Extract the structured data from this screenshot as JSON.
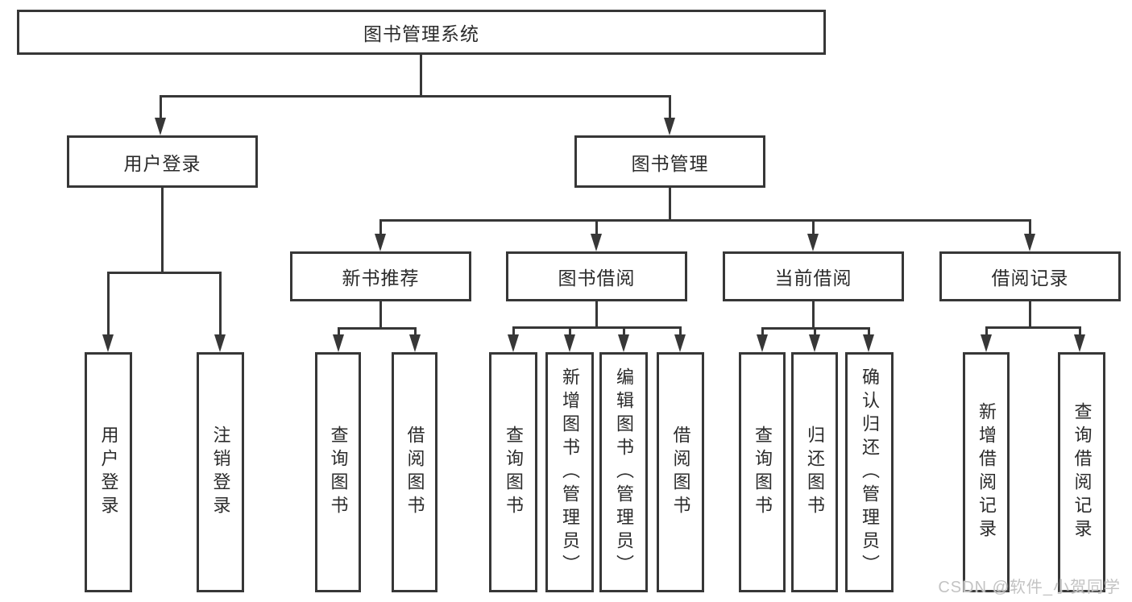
{
  "diagram": {
    "root": {
      "label": "图书管理系统"
    },
    "branches": [
      {
        "label": "用户登录",
        "children": [
          {
            "label": "用户登录"
          },
          {
            "label": "注销登录"
          }
        ]
      },
      {
        "label": "图书管理",
        "children": [
          {
            "label": "新书推荐",
            "children": [
              {
                "label": "查询图书"
              },
              {
                "label": "借阅图书"
              }
            ]
          },
          {
            "label": "图书借阅",
            "children": [
              {
                "label": "查询图书"
              },
              {
                "label": "新增图书（管理员）"
              },
              {
                "label": "编辑图书（管理员）"
              },
              {
                "label": "借阅图书"
              }
            ]
          },
          {
            "label": "当前借阅",
            "children": [
              {
                "label": "查询图书"
              },
              {
                "label": "归还图书"
              },
              {
                "label": "确认归还（管理员）"
              }
            ]
          },
          {
            "label": "借阅记录",
            "children": [
              {
                "label": "新增借阅记录"
              },
              {
                "label": "查询借阅记录"
              }
            ]
          }
        ]
      }
    ]
  },
  "watermark": {
    "text": "CSDN @软件_小贺同学"
  },
  "colors": {
    "line": "#373737",
    "text": "#2b2b2b",
    "watermark": "#c3c3c3",
    "background": "#ffffff"
  }
}
